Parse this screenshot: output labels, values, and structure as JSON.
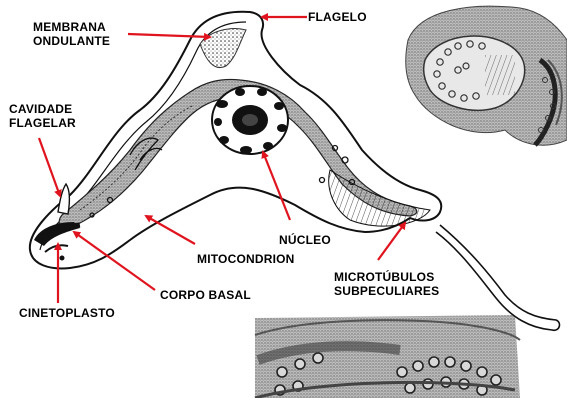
{
  "colors": {
    "arrow": "#e0141e",
    "ink": "#111111",
    "micrograph_bg": "#cfcfcf",
    "micrograph_dark": "#3a3a3a"
  },
  "labels": {
    "flagelo": "FLAGELO",
    "membrana_ondulante": "MEMBRANA\nONDULANTE",
    "cavidade_flagelar": "CAVIDADE\nFLAGELAR",
    "mitocondrion": "MITOCONDRION",
    "nucleo": "NÚCLEO",
    "corpo_basal": "CORPO BASAL",
    "microtubulos": "MICROTÚBULOS\nSUBPECULIARES",
    "cinetoplasto": "CINETOPLASTO"
  }
}
